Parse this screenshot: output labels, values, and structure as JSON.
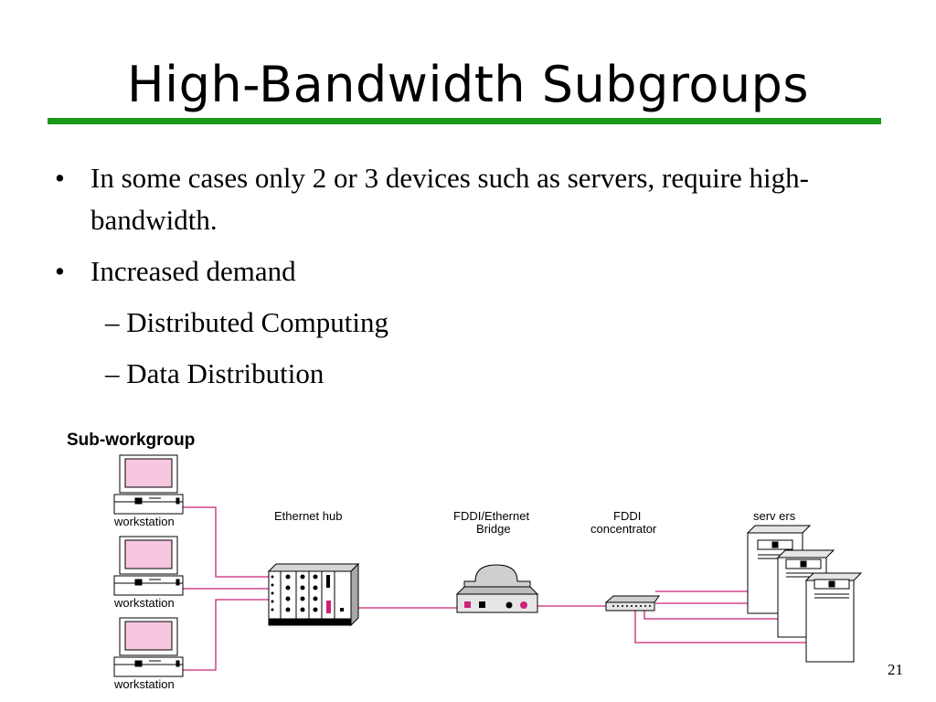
{
  "slide": {
    "title": "High-Bandwidth Subgroups",
    "page_number": "21"
  },
  "bullets": [
    {
      "text": "In some cases only 2 or 3 devices such as servers, require high-bandwidth."
    },
    {
      "text": "Increased demand"
    }
  ],
  "sub_bullets": [
    {
      "text": "– Distributed Computing"
    },
    {
      "text": "– Data Distribution"
    }
  ],
  "diagram": {
    "heading": "Sub-workgroup",
    "workstation_label": "workstation",
    "hub_label": "Ethernet hub",
    "bridge_label_line1": "FDDI/Ethernet",
    "bridge_label_line2": "Bridge",
    "concentrator_label_line1": "FDDI",
    "concentrator_label_line2": "concentrator",
    "servers_label": "serv ers",
    "colors": {
      "ethernet_link": "#cc2277",
      "fddi_link": "#cc2277",
      "screen": "#f7c6df",
      "accent_green": "#1a9a1a"
    }
  }
}
